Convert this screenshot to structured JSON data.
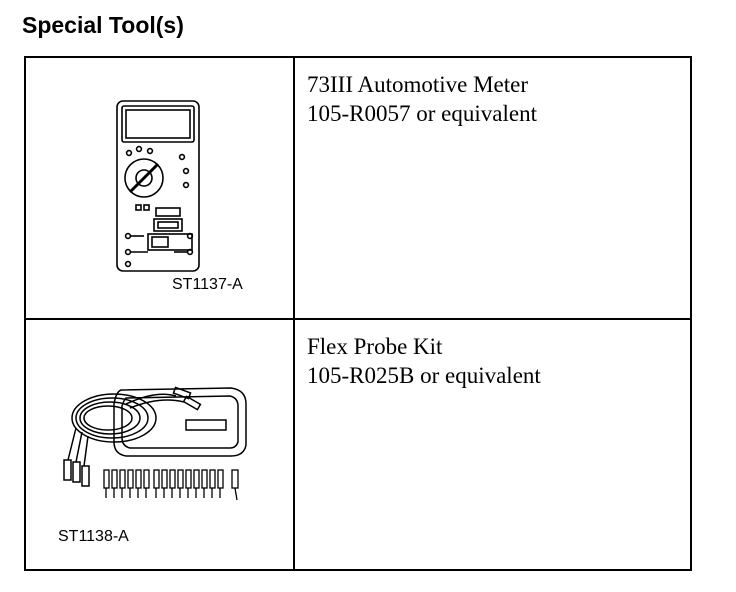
{
  "section": {
    "title": "Special Tool(s)"
  },
  "tools": [
    {
      "illustration": "multimeter-illustration",
      "image_code": "ST1137-A",
      "name": "73III Automotive Meter",
      "part_number": "105-R0057 or equivalent"
    },
    {
      "illustration": "flex-probe-kit-illustration",
      "image_code": "ST1138-A",
      "name": "Flex Probe Kit",
      "part_number": "105-R025B or equivalent"
    }
  ]
}
